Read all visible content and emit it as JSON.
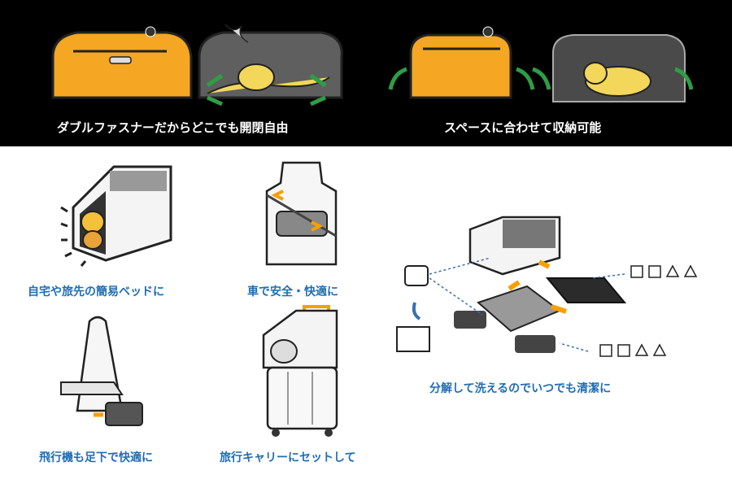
{
  "top_band": {
    "captions": [
      "ダブルファスナーだからどこでも開閉自由",
      "スペースに合わせて収納可能"
    ]
  },
  "features": [
    {
      "caption": "自宅や旅先の簡易ベッドに",
      "illustration": "dog-in-carrier-icon"
    },
    {
      "caption": "車で安全・快適に",
      "illustration": "car-seat-icon"
    },
    {
      "caption": "飛行機も足下で快適に",
      "illustration": "airplane-seat-icon"
    },
    {
      "caption": "旅行キャリーにセットして",
      "illustration": "suitcase-icon"
    },
    {
      "caption": "分解して洗えるのでいつでも清潔に",
      "illustration": "disassembly-icon"
    }
  ],
  "colors": {
    "band": "#000000",
    "caption_blue": "#1f6db4",
    "carrier_orange": "#f5a623",
    "arrow_orange": "#f5a000",
    "arrow_green": "#2e9e44",
    "arrow_blue": "#3a6fb0"
  }
}
